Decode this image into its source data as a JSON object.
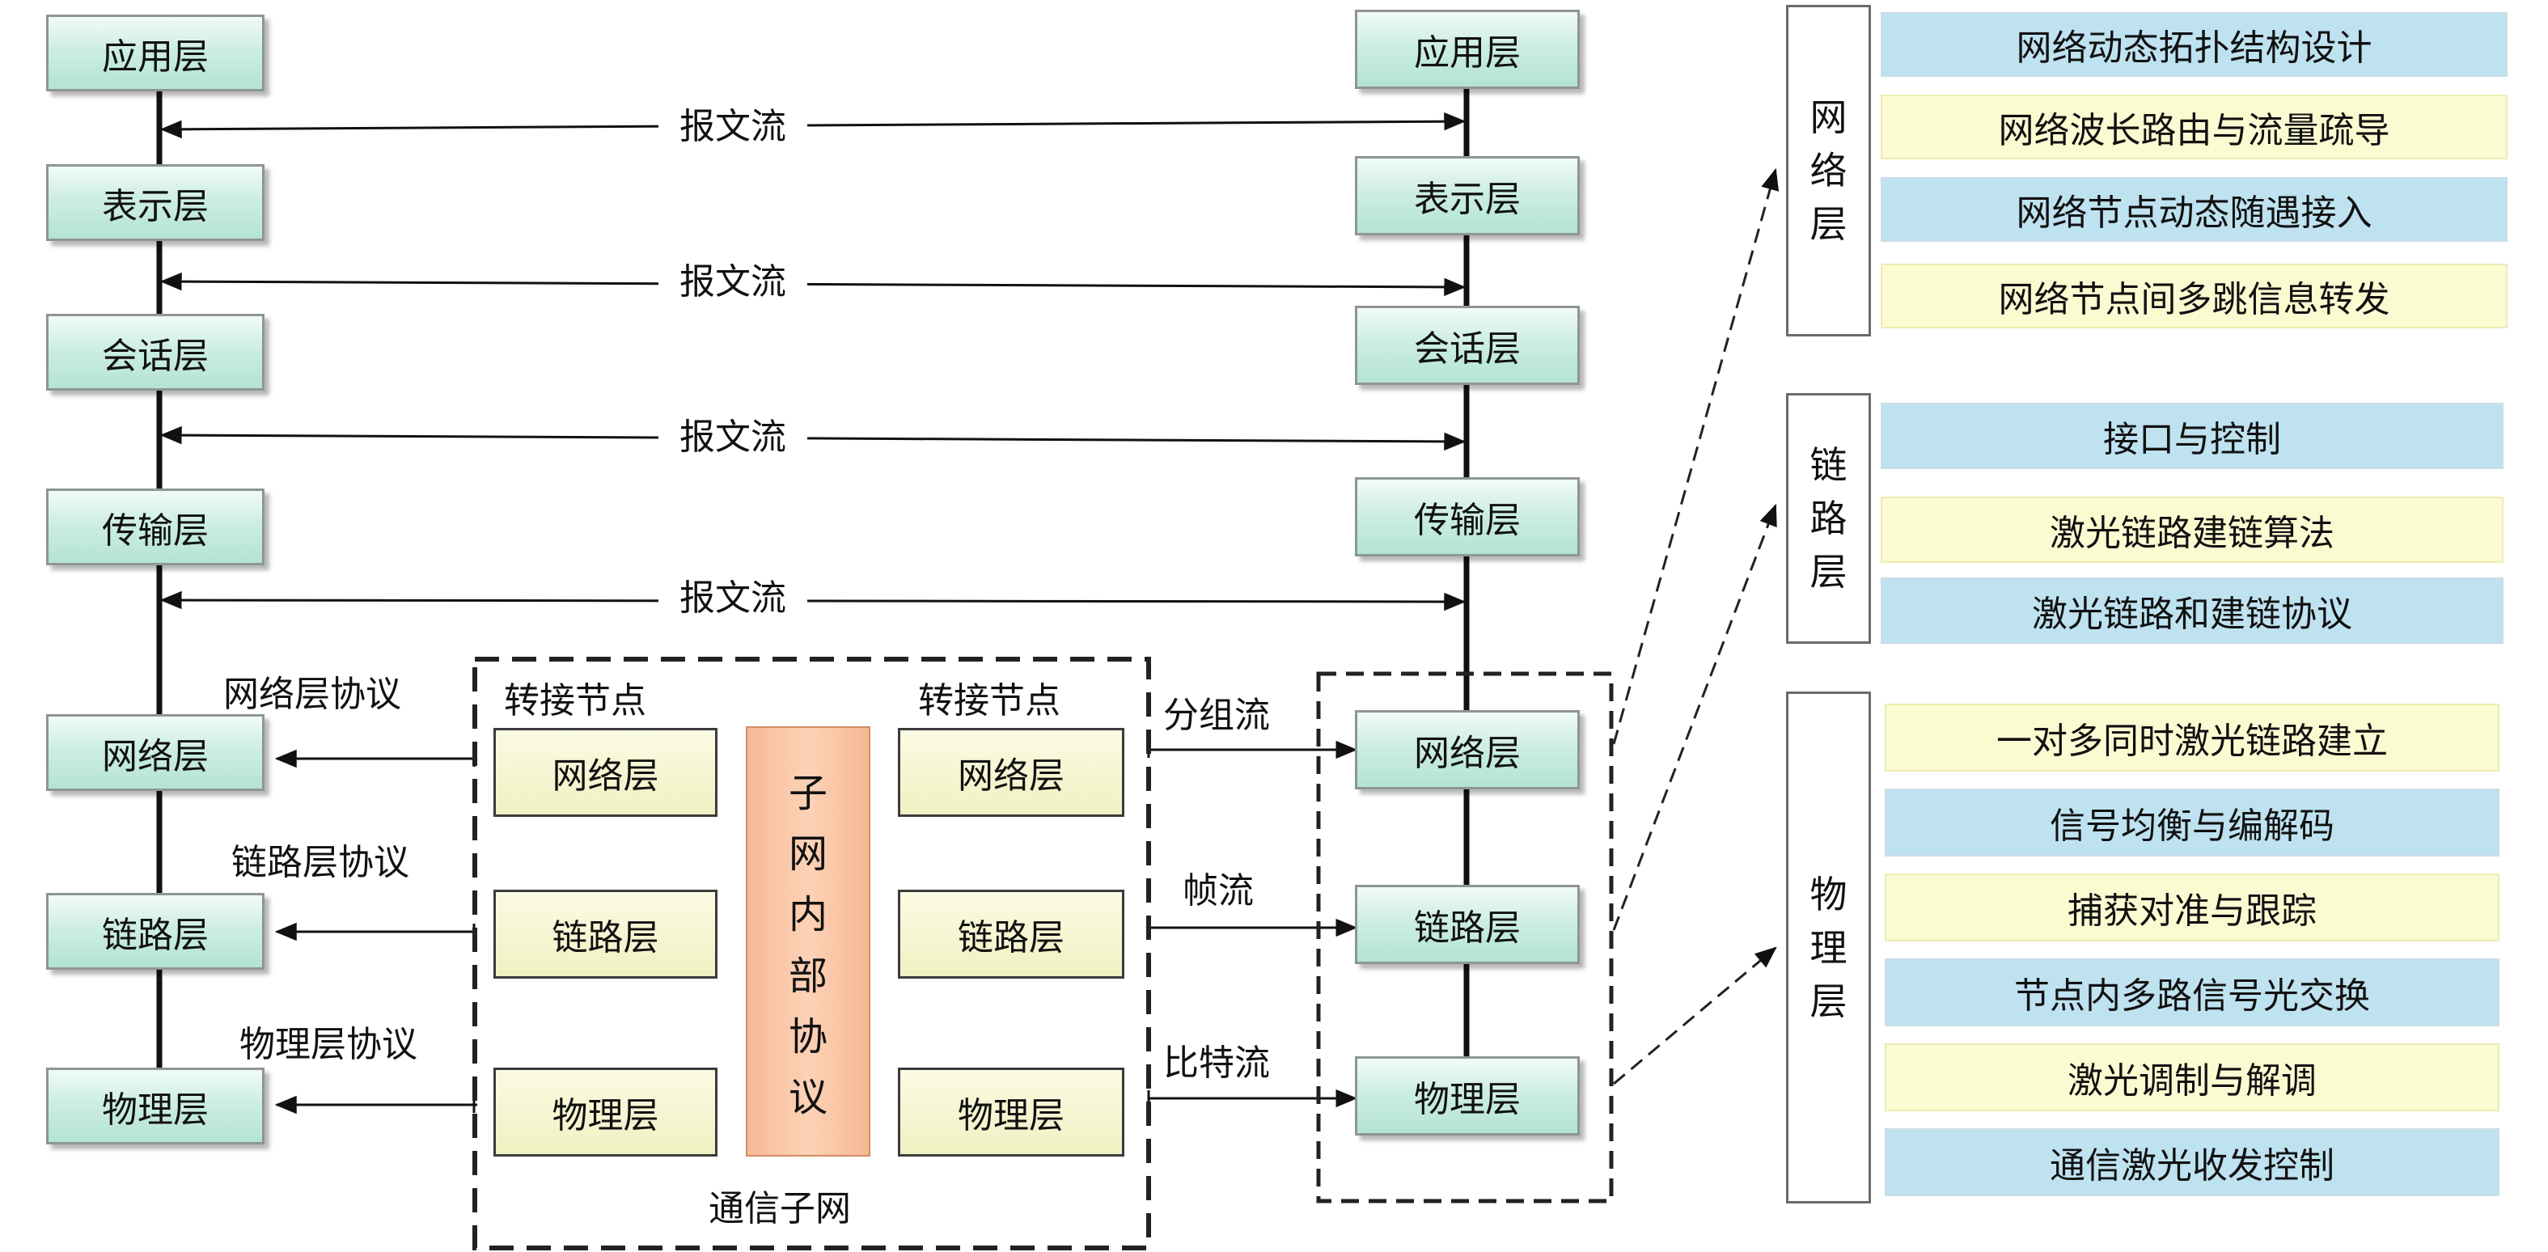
{
  "left_stack": [
    "应用层",
    "表示层",
    "会话层",
    "传输层",
    "网络层",
    "链路层",
    "物理层"
  ],
  "right_stack": [
    "应用层",
    "表示层",
    "会话层",
    "传输层",
    "网络层",
    "链路层",
    "物理层"
  ],
  "message_flow_label": "报文流",
  "protocols": [
    "网络层协议",
    "链路层协议",
    "物理层协议"
  ],
  "subnet": {
    "relay_node_label": "转接节点",
    "left_node_layers": [
      "网络层",
      "链路层",
      "物理层"
    ],
    "right_node_layers": [
      "网络层",
      "链路层",
      "物理层"
    ],
    "internal_protocol_chars": [
      "子",
      "网",
      "内",
      "部",
      "协",
      "议"
    ],
    "caption": "通信子网"
  },
  "flows": [
    "分组流",
    "帧流",
    "比特流"
  ],
  "detail_groups": [
    {
      "title_chars": [
        "网",
        "络",
        "层"
      ],
      "items": [
        "网络动态拓扑结构设计",
        "网络波长路由与流量疏导",
        "网络节点动态随遇接入",
        "网络节点间多跳信息转发"
      ]
    },
    {
      "title_chars": [
        "链",
        "路",
        "层"
      ],
      "items": [
        "接口与控制",
        "激光链路建链算法",
        "激光链路和建链协议"
      ]
    },
    {
      "title_chars": [
        "物",
        "理",
        "层"
      ],
      "items": [
        "一对多同时激光链路建立",
        "信号均衡与编解码",
        "捕获对准与跟踪",
        "节点内多路信号光交换",
        "激光调制与解调",
        "通信激光收发控制"
      ]
    }
  ],
  "colors": {
    "layer_fill": "#b3e3d3",
    "node_fill": "#f0f1c2",
    "protocol_fill": "#f7b995",
    "item_blue": "#bfe2f0",
    "item_yellow": "#fbfbd2"
  }
}
